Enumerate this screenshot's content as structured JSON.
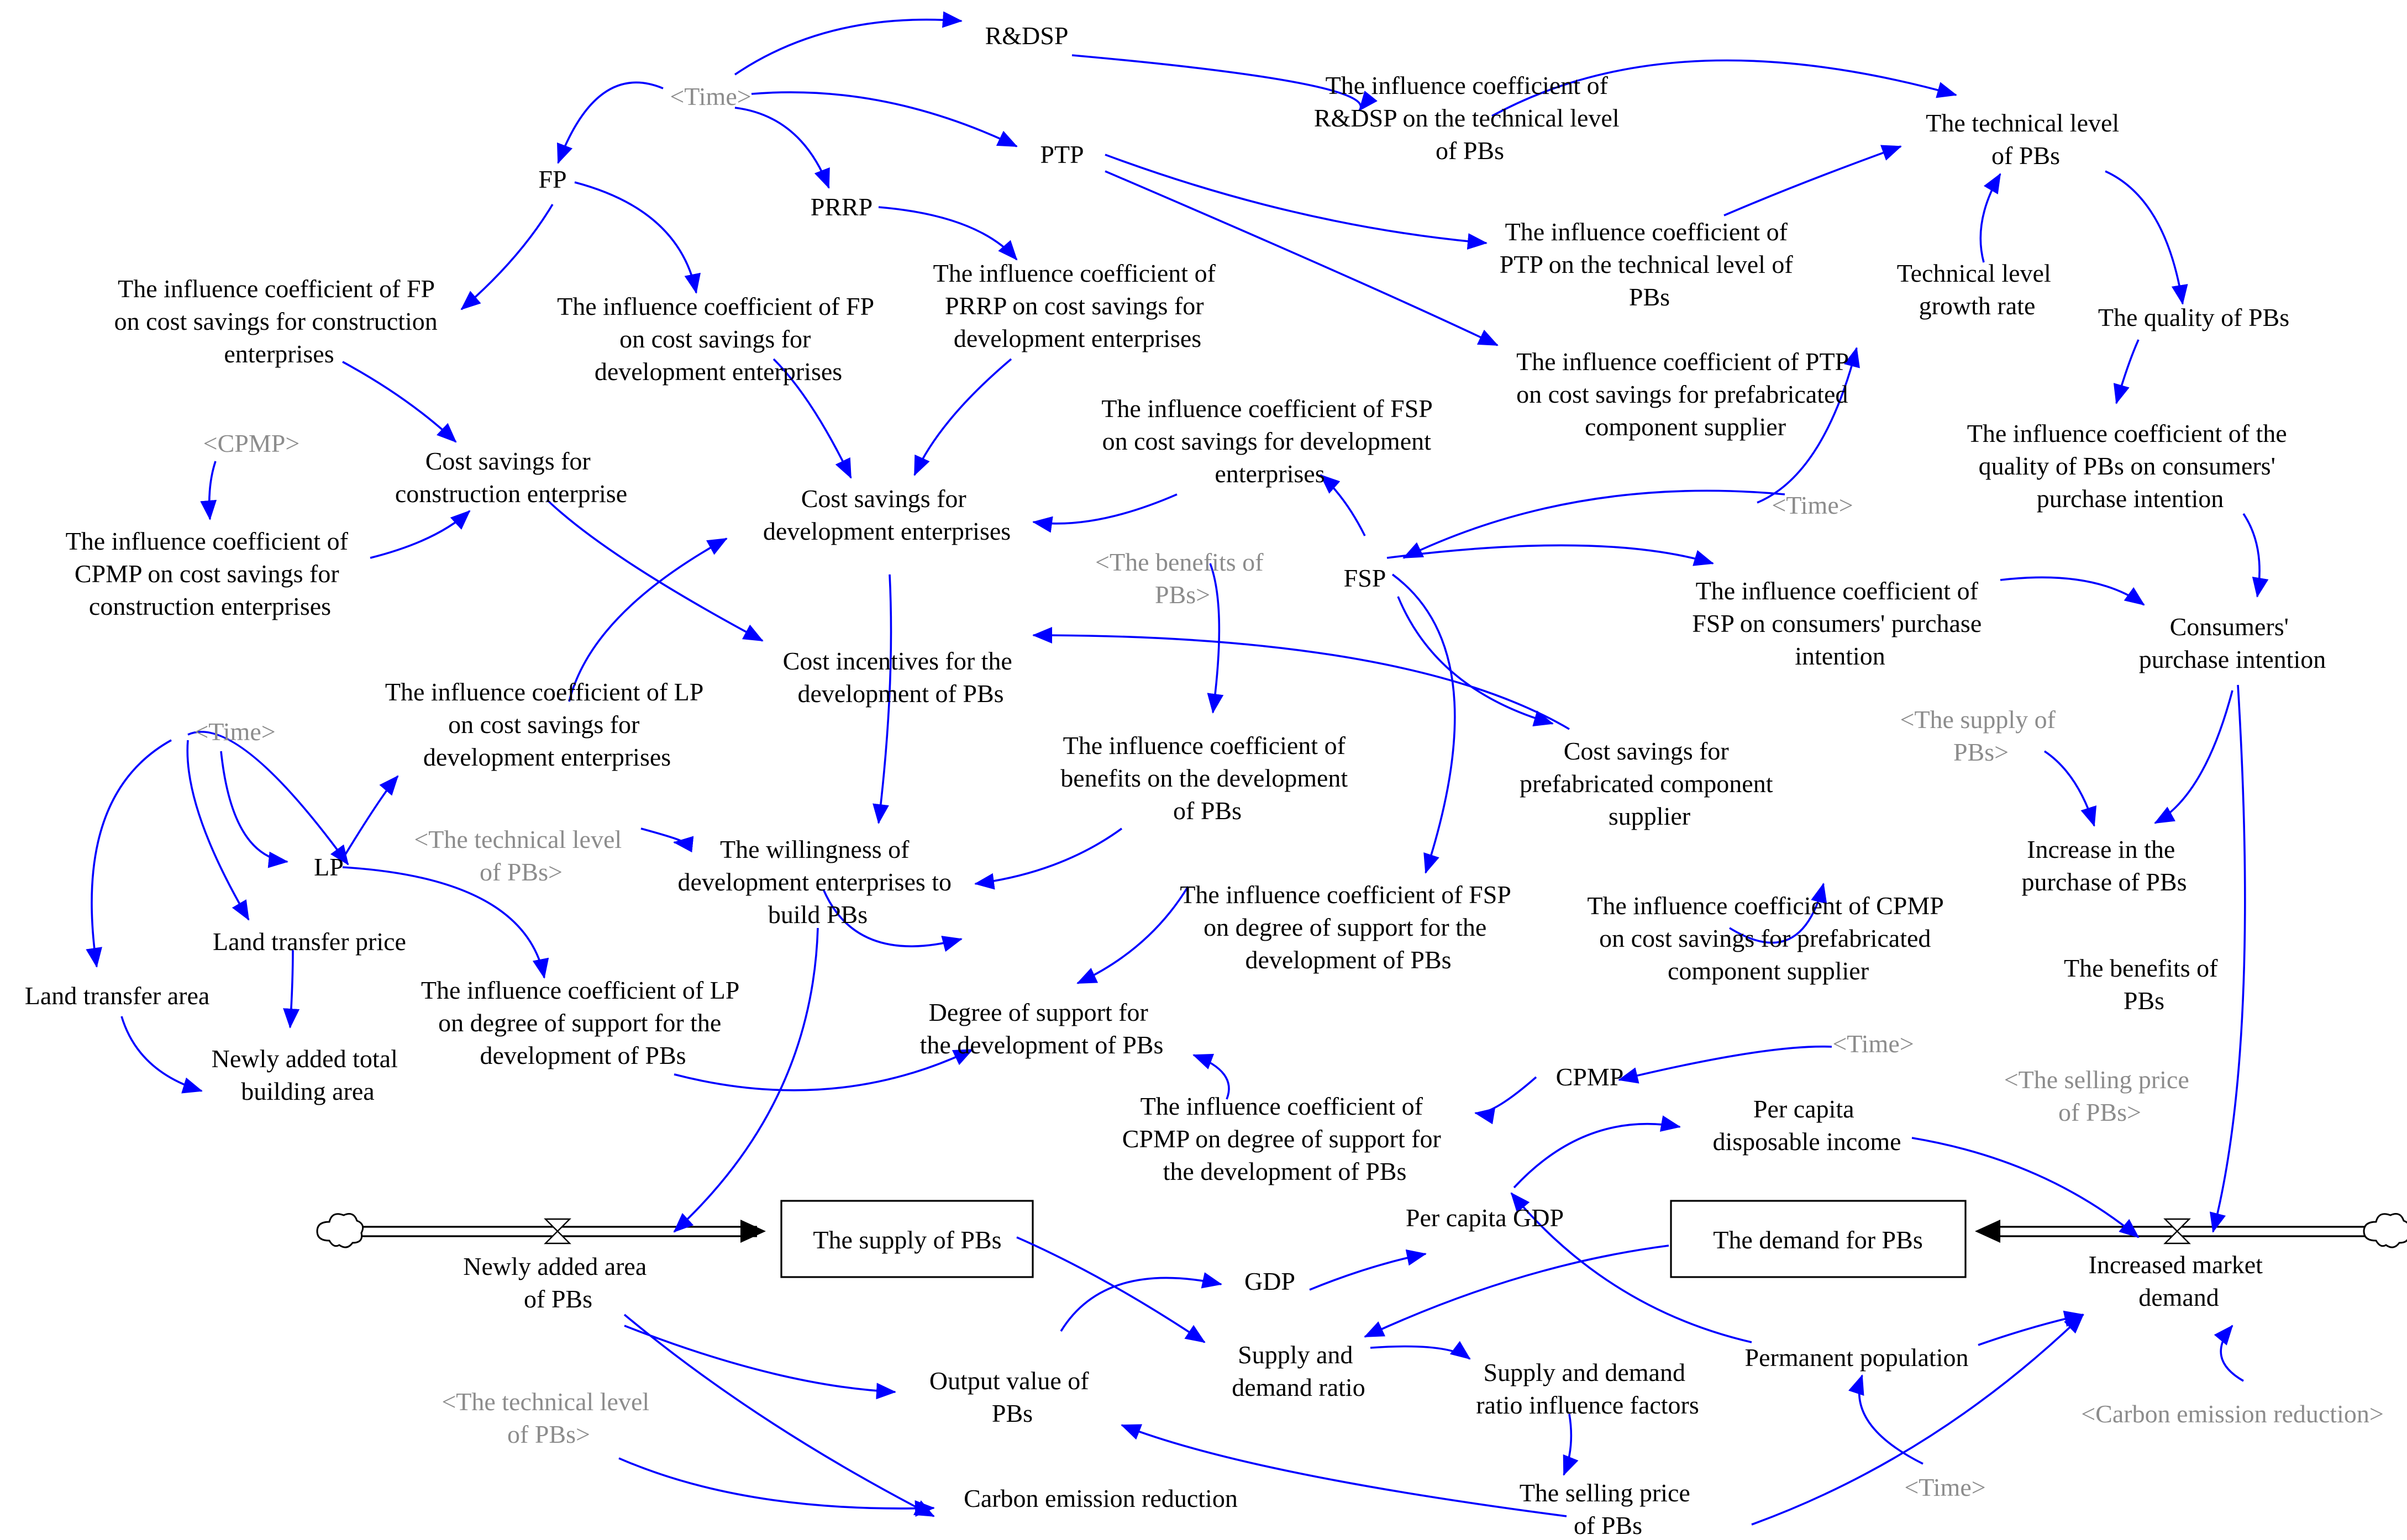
{
  "colors": {
    "link": "#0000ff",
    "text": "#000000",
    "shadow": "#8c8c8c",
    "stock_border": "#000000"
  },
  "icons": {
    "source_sink": "cloud-icon",
    "flow_valve": "valve-icon"
  },
  "nodes": {
    "rdsp": "R&DSP",
    "time_top": "<Time>",
    "fp": "FP",
    "prrp": "PRRP",
    "ptp": "PTP",
    "ic_rdsp_tech": [
      "The influence coefficient of",
      "R&DSP on the technical level",
      "of PBs"
    ],
    "tech_level": [
      "The technical level",
      "of PBs"
    ],
    "ic_fp_construction": [
      "The influence coefficient of FP",
      "on cost savings for construction",
      "enterprises"
    ],
    "ic_fp_development": [
      "The influence coefficient of FP",
      "on cost savings for",
      "development enterprises"
    ],
    "ic_prrp_development": [
      "The influence coefficient of",
      "PRRP on cost savings for",
      "development enterprises"
    ],
    "ic_ptp_tech": [
      "The influence coefficient of",
      "PTP on the technical level of",
      "PBs"
    ],
    "tech_growth": [
      "Technical level",
      "growth rate"
    ],
    "quality": "The quality of PBs",
    "ic_ptp_supplier": [
      "The influence coefficient of PTP",
      "on cost savings for prefabricated",
      "component supplier"
    ],
    "ic_fsp_development": [
      "The influence coefficient of FSP",
      "on cost savings for development",
      "enterprises"
    ],
    "cpmp_shadow": "<CPMP>",
    "cs_construction": [
      "Cost savings for",
      "construction enterprise"
    ],
    "cs_development": [
      "Cost savings for",
      "development enterprises"
    ],
    "ic_cpmp_construction": [
      "The influence coefficient of",
      "CPMP on cost savings for",
      "construction enterprises"
    ],
    "time_right": "<Time>",
    "ic_quality_purchase": [
      "The influence coefficient of the",
      "quality of PBs on consumers'",
      "purchase intention"
    ],
    "benefits_shadow": [
      "<The benefits of",
      "PBs>"
    ],
    "fsp": "FSP",
    "ic_fsp_purchase": [
      "The influence coefficient of",
      "FSP on consumers' purchase",
      "intention"
    ],
    "purchase_intention": [
      "Consumers'",
      "purchase intention"
    ],
    "cost_incentives": [
      "Cost incentives for the",
      "development of PBs"
    ],
    "ic_lp_development": [
      "The influence coefficient of LP",
      "on cost savings for",
      "development enterprises"
    ],
    "time_left": "<Time>",
    "ic_benefits": [
      "The influence coefficient of",
      "benefits on the development",
      "of PBs"
    ],
    "cs_supplier": [
      "Cost savings for",
      "prefabricated component",
      "supplier"
    ],
    "supply_shadow": [
      "<The supply of",
      "PBs>"
    ],
    "tech_shadow_mid": [
      "<The technical level",
      "of PBs>"
    ],
    "willingness": [
      "The willingness of",
      "development enterprises to",
      "build PBs"
    ],
    "lp": "LP",
    "increase_purchase": [
      "Increase in the",
      "purchase of PBs"
    ],
    "land_price": "Land transfer price",
    "ic_fsp_support": [
      "The influence coefficient of FSP",
      "on degree of support for the",
      "development of PBs"
    ],
    "ic_cpmp_supplier": [
      "The influence coefficient of CPMP",
      "on cost savings for prefabricated",
      "component supplier"
    ],
    "land_area": "Land transfer area",
    "benefits": [
      "The benefits of",
      "PBs"
    ],
    "ic_lp_support": [
      "The influence coefficient of LP",
      "on degree of support for the",
      "development of PBs"
    ],
    "degree_support": [
      "Degree of support for",
      "the development of PBs"
    ],
    "time_cpmp": "<Time>",
    "new_total_area": [
      "Newly added total",
      "building area"
    ],
    "cpmp": "CPMP",
    "selling_shadow": [
      "<The selling price",
      "of PBs>"
    ],
    "ic_cpmp_support": [
      "The influence coefficient of",
      "CPMP on degree of support for",
      "the development of PBs"
    ],
    "per_capita_income": [
      "Per capita",
      "disposable income"
    ],
    "per_capita_gdp": "Per capita GDP",
    "supply_stock": "The supply of PBs",
    "demand_stock": "The demand for PBs",
    "new_area_flow": [
      "Newly added area",
      "of PBs"
    ],
    "market_flow": [
      "Increased market",
      "demand"
    ],
    "gdp": "GDP",
    "sd_ratio": [
      "Supply and",
      "demand ratio"
    ],
    "permanent_pop": "Permanent population",
    "output_value": [
      "Output value of",
      "PBs"
    ],
    "sd_factors": [
      "Supply and demand",
      "ratio influence factors"
    ],
    "tech_shadow_bottom": [
      "<The technical level",
      "of PBs>"
    ],
    "carbon_shadow": "<Carbon emission reduction>",
    "carbon": "Carbon emission reduction",
    "selling_price": [
      "The selling price",
      "of PBs"
    ],
    "time_bottom": "<Time>"
  }
}
